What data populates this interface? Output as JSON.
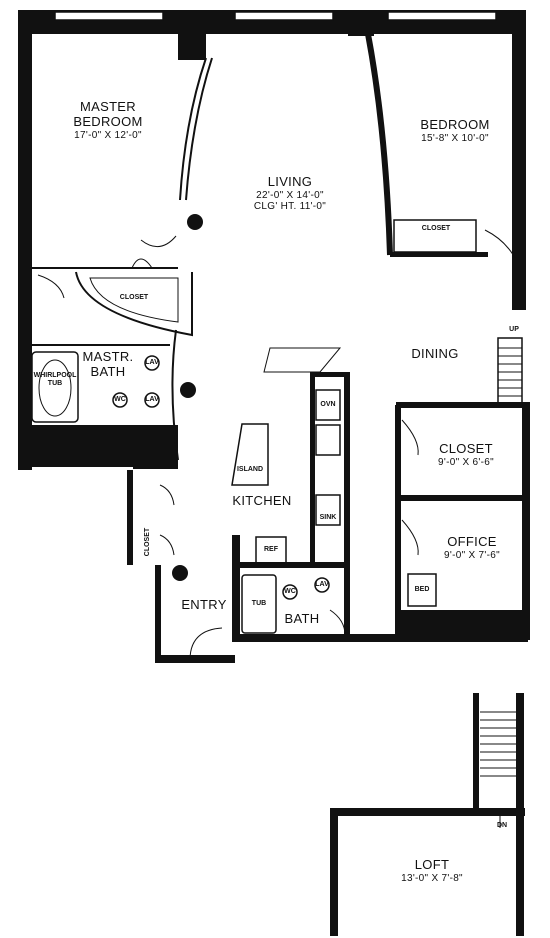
{
  "rooms": {
    "master_bedroom": {
      "name_line1": "MASTER",
      "name_line2": "BEDROOM",
      "dims": "17'-0\" X 12'-0\""
    },
    "bedroom": {
      "name": "BEDROOM",
      "dims": "15'-8\" X 10'-0\""
    },
    "living": {
      "name": "LIVING",
      "dims": "22'-0\" X 14'-0\"",
      "ceiling": "CLG' HT. 11'-0\""
    },
    "master_bath": {
      "name_line1": "MASTR.",
      "name_line2": "BATH"
    },
    "dining": {
      "name": "DINING"
    },
    "closet_hall": {
      "name": "CLOSET",
      "dims": "9'-0\" X 6'-6\""
    },
    "kitchen": {
      "name": "KITCHEN"
    },
    "office": {
      "name": "OFFICE",
      "dims": "9'-0\" X 7'-6\""
    },
    "entry": {
      "name": "ENTRY"
    },
    "bath": {
      "name": "BATH"
    },
    "loft": {
      "name": "LOFT",
      "dims": "13'-0\" X 7'-8\""
    }
  },
  "fixtures": {
    "master_closet": "CLOSET",
    "bedroom_closet": "CLOSET",
    "entry_closet": "CLOSET",
    "whirlpool_line1": "WHIRLPOOL",
    "whirlpool_line2": "TUB",
    "lav": "LAV",
    "wc": "WC",
    "island": "ISLAND",
    "oven": "OVN",
    "sink": "SINK",
    "refrigerator": "REF",
    "tub": "TUB",
    "bed": "BED",
    "stair_up": "UP",
    "stair_down": "DN"
  },
  "colors": {
    "wall": "#111111",
    "floor": "#ffffff",
    "line": "#222222"
  }
}
